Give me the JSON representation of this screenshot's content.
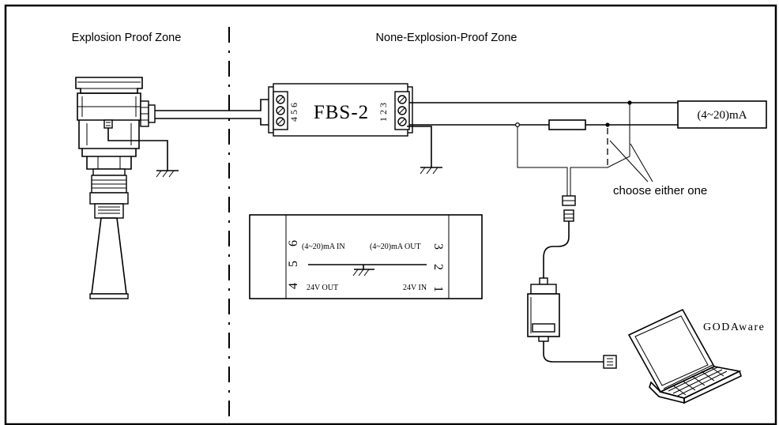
{
  "zones": {
    "explosion_proof": "Explosion Proof Zone",
    "non_explosion_proof": "None-Explosion-Proof Zone"
  },
  "barrier": {
    "label": "FBS-2",
    "left_terminals": "4 5 6",
    "right_terminals": "1 2 3"
  },
  "output": {
    "label": "(4~20)mA"
  },
  "note": {
    "choose": "choose either one"
  },
  "software": {
    "name": "GODAware"
  },
  "schematic": {
    "pin6": "6",
    "pin5": "5",
    "pin4": "4",
    "pin3": "3",
    "pin2": "2",
    "pin1": "1",
    "in_label": "(4~20)mA IN",
    "out_label": "(4~20)mA OUT",
    "v24_out": "24V OUT",
    "v24_in": "24V IN"
  },
  "colors": {
    "stroke": "#000000",
    "background": "#ffffff"
  }
}
